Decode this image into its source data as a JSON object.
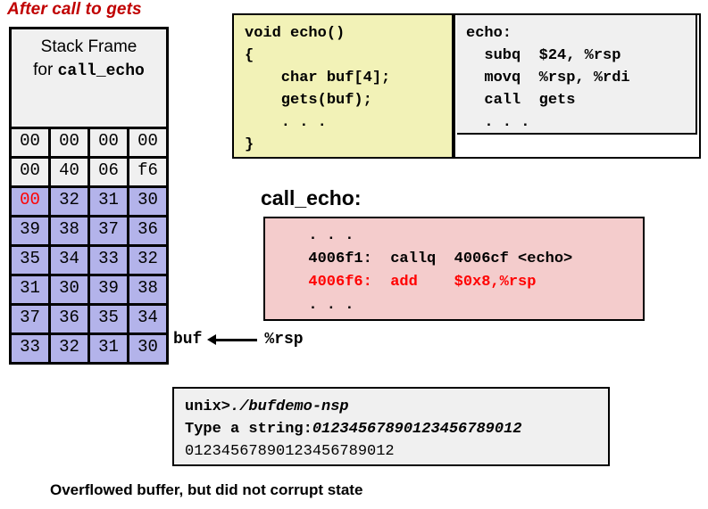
{
  "slide": {
    "title": "After call to gets",
    "title_color": "#c00000",
    "caption": "Overflowed buffer, but did not corrupt state"
  },
  "stack_diagram": {
    "header_line1": "Stack Frame",
    "header_line2_prefix": "for ",
    "header_line2_mono": "call_echo",
    "rows": [
      {
        "cells": [
          {
            "value": "00",
            "fill": "none",
            "text_color": "#000000"
          },
          {
            "value": "00",
            "fill": "none",
            "text_color": "#000000"
          },
          {
            "value": "00",
            "fill": "none",
            "text_color": "#000000"
          },
          {
            "value": "00",
            "fill": "none",
            "text_color": "#000000"
          }
        ]
      },
      {
        "cells": [
          {
            "value": "00",
            "fill": "none",
            "text_color": "#000000"
          },
          {
            "value": "40",
            "fill": "none",
            "text_color": "#000000"
          },
          {
            "value": "06",
            "fill": "none",
            "text_color": "#000000"
          },
          {
            "value": "f6",
            "fill": "none",
            "text_color": "#000000"
          }
        ]
      },
      {
        "cells": [
          {
            "value": "00",
            "fill": "buf",
            "text_color": "#ff0000"
          },
          {
            "value": "32",
            "fill": "buf",
            "text_color": "#000000"
          },
          {
            "value": "31",
            "fill": "buf",
            "text_color": "#000000"
          },
          {
            "value": "30",
            "fill": "buf",
            "text_color": "#000000"
          }
        ]
      },
      {
        "cells": [
          {
            "value": "39",
            "fill": "buf",
            "text_color": "#000000"
          },
          {
            "value": "38",
            "fill": "buf",
            "text_color": "#000000"
          },
          {
            "value": "37",
            "fill": "buf",
            "text_color": "#000000"
          },
          {
            "value": "36",
            "fill": "buf",
            "text_color": "#000000"
          }
        ]
      },
      {
        "cells": [
          {
            "value": "35",
            "fill": "buf",
            "text_color": "#000000"
          },
          {
            "value": "34",
            "fill": "buf",
            "text_color": "#000000"
          },
          {
            "value": "33",
            "fill": "buf",
            "text_color": "#000000"
          },
          {
            "value": "32",
            "fill": "buf",
            "text_color": "#000000"
          }
        ]
      },
      {
        "cells": [
          {
            "value": "31",
            "fill": "buf",
            "text_color": "#000000"
          },
          {
            "value": "30",
            "fill": "buf",
            "text_color": "#000000"
          },
          {
            "value": "39",
            "fill": "buf",
            "text_color": "#000000"
          },
          {
            "value": "38",
            "fill": "buf",
            "text_color": "#000000"
          }
        ]
      },
      {
        "cells": [
          {
            "value": "37",
            "fill": "buf",
            "text_color": "#000000"
          },
          {
            "value": "36",
            "fill": "buf",
            "text_color": "#000000"
          },
          {
            "value": "35",
            "fill": "buf",
            "text_color": "#000000"
          },
          {
            "value": "34",
            "fill": "buf",
            "text_color": "#000000"
          }
        ]
      },
      {
        "cells": [
          {
            "value": "33",
            "fill": "buf",
            "text_color": "#000000"
          },
          {
            "value": "32",
            "fill": "buf",
            "text_color": "#000000"
          },
          {
            "value": "31",
            "fill": "buf",
            "text_color": "#000000"
          },
          {
            "value": "30",
            "fill": "buf",
            "text_color": "#000000"
          }
        ]
      }
    ],
    "buf_label": "buf",
    "rsp_label": "%rsp",
    "arrow_icon": "left-arrow-icon",
    "buf_fill_color": "#b3b3ea",
    "plain_fill_color": "#f0f0f0"
  },
  "c_code": {
    "bg_color": "#f2f2b7",
    "lines": [
      "void echo()",
      "{",
      "    char buf[4];",
      "    gets(buf);",
      "    . . .",
      "}"
    ]
  },
  "asm_code": {
    "bg_color": "#f0f0f0",
    "lines": [
      "echo:",
      "  subq  $24, %rsp",
      "  movq  %rsp, %rdi",
      "  call  gets",
      "  . . ."
    ]
  },
  "call_echo": {
    "title": "call_echo:",
    "bg_color": "#f4cccc",
    "lines": [
      {
        "text": "  . . .",
        "color": "#000000"
      },
      {
        "text": "  4006f1:  callq  4006cf <echo>",
        "color": "#000000"
      },
      {
        "text": "  4006f6:  add    $0x8,%rsp",
        "color": "#ff0000"
      },
      {
        "text": "  . . .",
        "color": "#000000"
      }
    ]
  },
  "terminal": {
    "bg_color": "#f0f0f0",
    "line1_prompt": "unix>",
    "line1_command": "./bufdemo-nsp",
    "line2_prompt": "Type a string:",
    "line2_input": "01234567890123456789012",
    "line3_output": "01234567890123456789012"
  }
}
